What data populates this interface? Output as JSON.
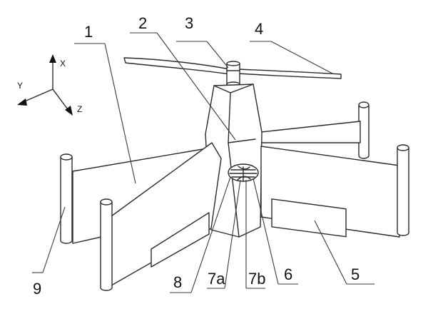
{
  "callouts": [
    {
      "id": "1",
      "label": "1"
    },
    {
      "id": "2",
      "label": "2"
    },
    {
      "id": "3",
      "label": "3"
    },
    {
      "id": "4",
      "label": "4"
    },
    {
      "id": "5",
      "label": "5"
    },
    {
      "id": "6",
      "label": "6"
    },
    {
      "id": "7a",
      "label": "7a"
    },
    {
      "id": "7b",
      "label": "7b"
    },
    {
      "id": "8",
      "label": "8"
    },
    {
      "id": "9",
      "label": "9"
    }
  ],
  "axes": {
    "x": "X",
    "y": "Y",
    "z": "Z"
  }
}
